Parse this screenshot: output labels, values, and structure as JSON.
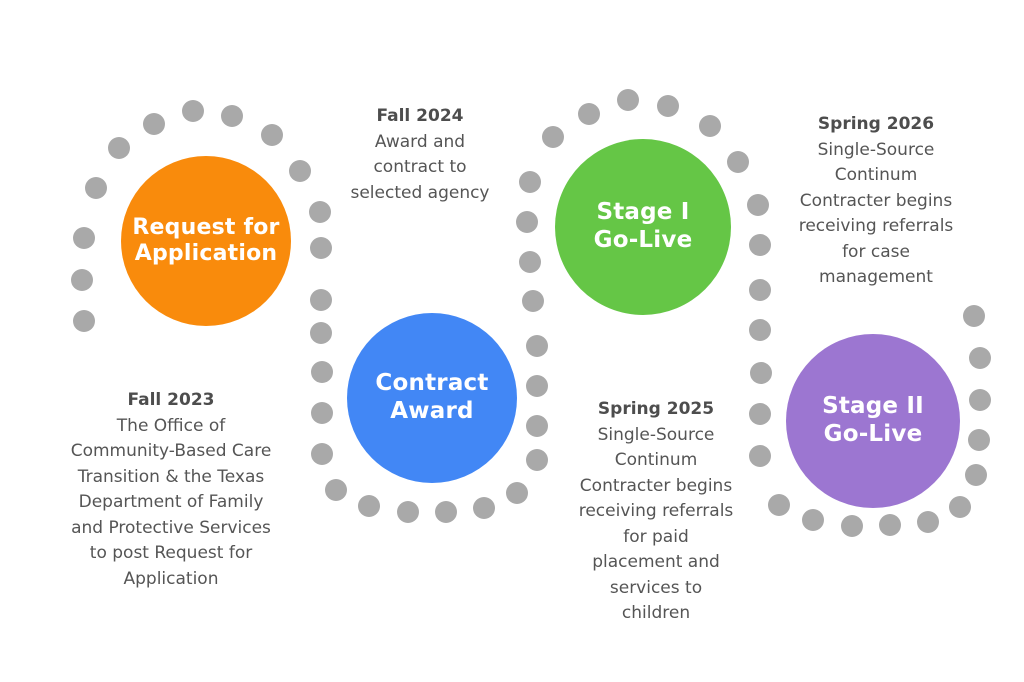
{
  "stages": [
    {
      "line1": "Request for",
      "line2": "Application",
      "color": "#F98B0C"
    },
    {
      "line1": "Contract",
      "line2": "Award",
      "color": "#4287F5"
    },
    {
      "line1": "Stage I",
      "line2": "Go-Live",
      "color": "#65C646"
    },
    {
      "line1": "Stage II",
      "line2": "Go-Live",
      "color": "#9C76D1"
    }
  ],
  "milestones": [
    {
      "when": "Fall 2023",
      "desc": "The Office of\nCommunity-Based Care\nTransition & the Texas\nDepartment of Family\nand Protective Services\nto post Request for\nApplication"
    },
    {
      "when": "Fall 2024",
      "desc": "Award and\ncontract to\nselected agency"
    },
    {
      "when": "Spring 2025",
      "desc": "Single-Source\nContinum\nContracter begins\nreceiving referrals\nfor paid\nplacement and\nservices to\nchildren"
    },
    {
      "when": "Spring 2026",
      "desc": "Single-Source\nContinum\nContracter begins\nreceiving referrals\nfor case\nmanagement"
    }
  ],
  "dot_color": "#A9A9A9"
}
